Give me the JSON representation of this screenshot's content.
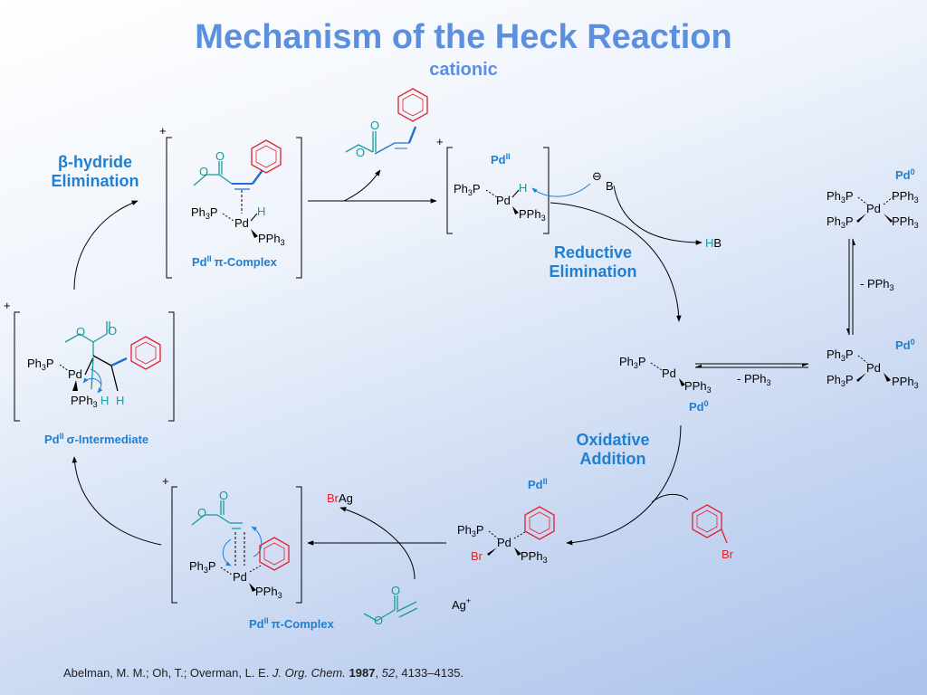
{
  "title": "Mechanism of the Heck Reaction",
  "subtitle": "cationic",
  "citation": {
    "authors": "Abelman, M. M.; Oh, T.; Overman, L. E. ",
    "journal": "J. Org. Chem.",
    "year": "1987",
    "volume": "52",
    "pages": ", 4133–4135."
  },
  "steps": {
    "beta_hydride_1": "β-hydride",
    "beta_hydride_2": "Elimination",
    "reductive_1": "Reductive",
    "reductive_2": "Elimination",
    "oxidative_1": "Oxidative",
    "oxidative_2": "Addition"
  },
  "labels": {
    "pi_complex_top": "π-Complex",
    "pi_complex_bottom": "π-Complex",
    "sigma_intermediate": "σ-Intermediate",
    "pd_ii": "Pd",
    "pd_0": "Pd",
    "ox_ii": "II",
    "ox_0": "0"
  },
  "reagents": {
    "dissociation_1": "- PPh",
    "dissociation_2": "- PPh",
    "base": "B",
    "conj_acid_h": "H",
    "conj_acid_b": "B",
    "silver_salt_br": "Br",
    "silver_salt_ag": "Ag",
    "silver_cation": "Ag",
    "bromide": "Br",
    "charge_plus": "+",
    "charge_minus": "⊖"
  },
  "atoms": {
    "pd": "Pd",
    "ph3p": "Ph",
    "pph3": "PPh",
    "h": "H",
    "o": "O",
    "br": "Br",
    "three": "3"
  },
  "colors": {
    "title": "#5b8fe0",
    "step": "#1f7fd1",
    "ester": "#1a9a9a",
    "aryl": "#e0202e",
    "bond_highlight": "#1f6fd0"
  }
}
